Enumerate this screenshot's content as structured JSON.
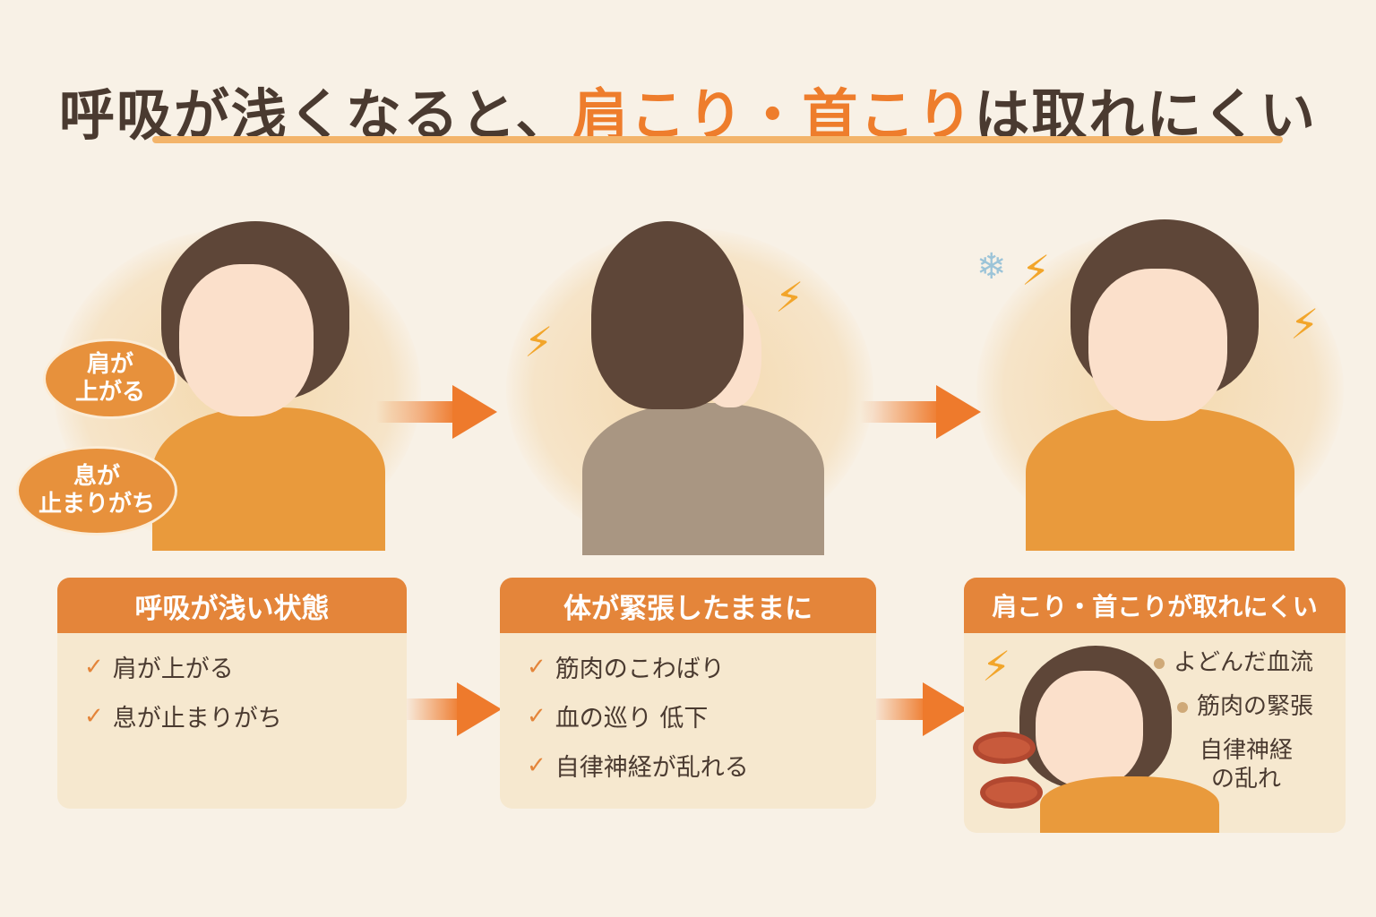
{
  "title": {
    "part1": "呼吸が浅くなると、",
    "highlight": "肩こり・首こり",
    "part2": "は取れにくい"
  },
  "scene1": {
    "bubbles": [
      "肩が\n上がる",
      "息が\n止まりがち"
    ]
  },
  "cards": [
    {
      "heading": "呼吸が浅い状態",
      "items": [
        "肩が上がる",
        "息が止まりがち"
      ]
    },
    {
      "heading": "体が緊張したままに",
      "items": [
        "筋肉のこわばり",
        "血の巡り 低下",
        "自律神経が乱れる"
      ]
    },
    {
      "heading": "肩こり・首こりが取れにくい",
      "items": [
        "よどんだ血流",
        "筋肉の緊張",
        "自律神経\nの乱れ"
      ]
    }
  ],
  "icons": {
    "check": "✓",
    "bolt": "⚡",
    "snow": "❄",
    "sparkle": "✦"
  },
  "colors": {
    "accent": "#ee7d2c",
    "card_header": "#e4853a",
    "text": "#4a3a30"
  }
}
